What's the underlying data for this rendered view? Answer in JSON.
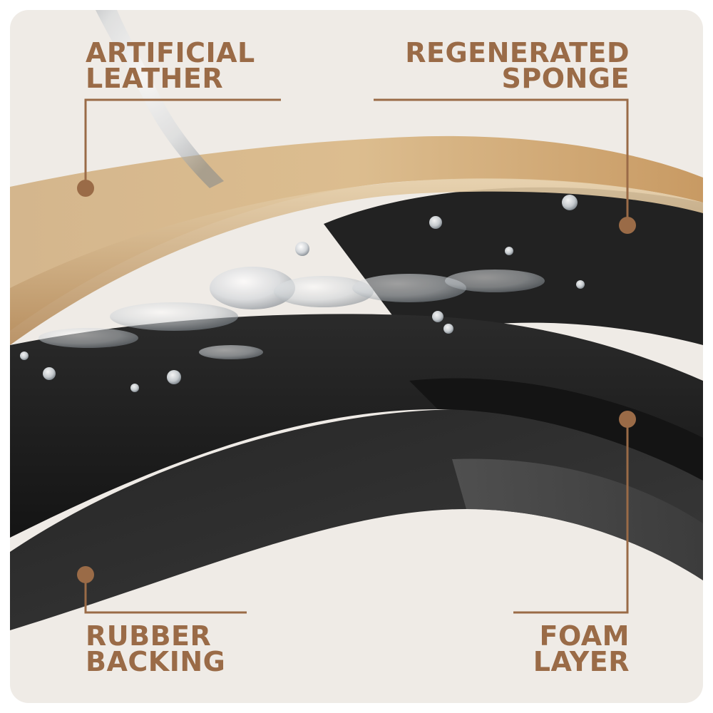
{
  "colors": {
    "background": "#efebe6",
    "accent": "#9a6b47",
    "leather": "#d9b98c",
    "foam": "#1c1c1c",
    "rubber": "#2a2a2a"
  },
  "callouts": {
    "artificial_leather": {
      "line1": "ARTIFICIAL",
      "line2": "LEATHER"
    },
    "regenerated_sponge": {
      "line1": "REGENERATED",
      "line2": "SPONGE"
    },
    "rubber_backing": {
      "line1": "RUBBER",
      "line2": "BACKING"
    },
    "foam_layer": {
      "line1": "FOAM",
      "line2": "LAYER"
    }
  }
}
